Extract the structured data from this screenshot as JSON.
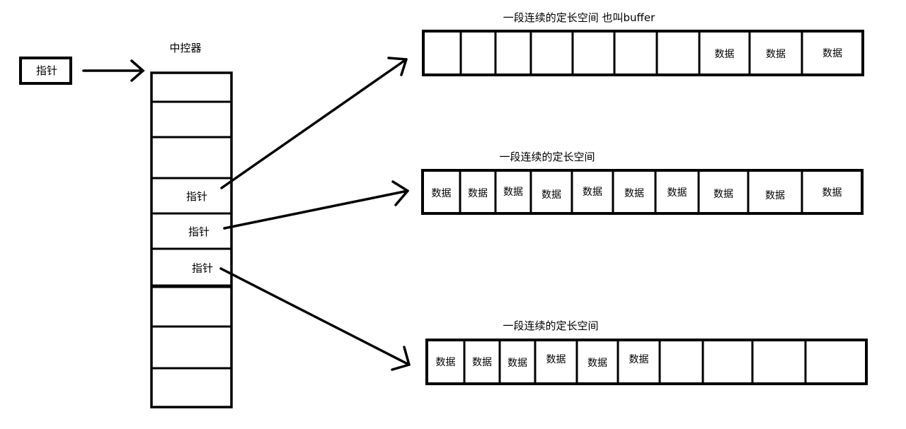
{
  "pointer_box": {
    "label": "指针"
  },
  "controller": {
    "title": "中控器",
    "slots": [
      "",
      "",
      "",
      "指针",
      "指针",
      "指针",
      "",
      "",
      ""
    ]
  },
  "buffers": [
    {
      "title": "一段连续的定长空间  也叫buffer",
      "cells": [
        "",
        "",
        "",
        "",
        "",
        "",
        "",
        "数据",
        "数据",
        "数据"
      ]
    },
    {
      "title": "一段连续的定长空间",
      "cells": [
        "数据",
        "数据",
        "数据",
        "数据",
        "数据",
        "数据",
        "数据",
        "数据",
        "数据",
        "数据"
      ]
    },
    {
      "title": "一段连续的定长空间",
      "cells": [
        "数据",
        "数据",
        "数据",
        "数据",
        "数据",
        "数据",
        "",
        "",
        "",
        ""
      ]
    }
  ]
}
